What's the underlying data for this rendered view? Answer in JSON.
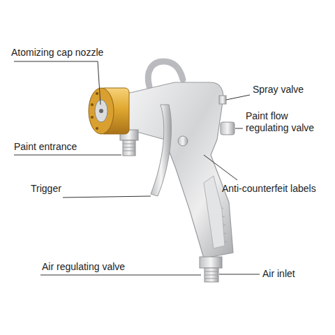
{
  "diagram": {
    "labels": [
      "Atomizing cap nozzle",
      "Spray valve",
      "Paint flow regulating valve",
      "Paint entrance",
      "Anti-counterfeit labels",
      "Trigger",
      "Air regulating valve",
      "Air inlet"
    ]
  }
}
